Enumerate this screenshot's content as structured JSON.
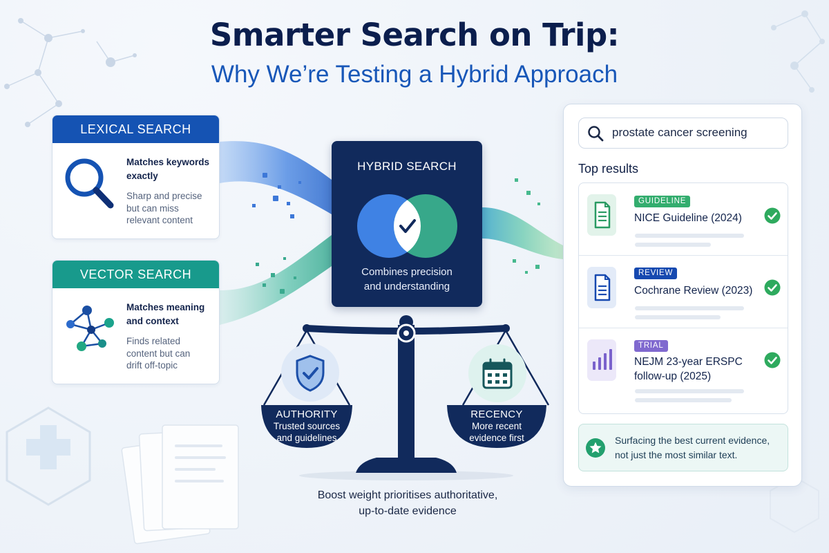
{
  "title": "Smarter Search on Trip:",
  "subtitle": "Why We’re Testing a Hybrid Approach",
  "lexical": {
    "heading": "LEXICAL SEARCH",
    "strong_1": "Matches keywords",
    "strong_2": "exactly",
    "weak_1": "Sharp and precise",
    "weak_2": "but can miss",
    "weak_3": "relevant content",
    "icon": "magnifier-icon"
  },
  "vector": {
    "heading": "VECTOR SEARCH",
    "strong_1": "Matches meaning",
    "strong_2": "and context",
    "weak_1": "Finds related",
    "weak_2": "content but can",
    "weak_3": "drift off-topic",
    "icon": "network-icon"
  },
  "hybrid": {
    "heading": "HYBRID SEARCH",
    "desc_1": "Combines precision",
    "desc_2": "and understanding"
  },
  "authority": {
    "heading": "AUTHORITY",
    "line_1": "Trusted sources",
    "line_2": "and guidelines",
    "icon": "shield-check-icon"
  },
  "recency": {
    "heading": "RECENCY",
    "line_1": "More recent",
    "line_2": "evidence first",
    "icon": "calendar-icon"
  },
  "caption": {
    "line_1": "Boost weight prioritises authoritative,",
    "line_2": "up-to-date evidence"
  },
  "search": {
    "query": "prostate cancer screening",
    "icon": "search-icon"
  },
  "results": {
    "heading": "Top results",
    "items": [
      {
        "tag": "GUIDELINE",
        "title_1": "NICE Guideline (2024)",
        "title_2": "",
        "icon": "document-icon",
        "color": "#33ad6e"
      },
      {
        "tag": "REVIEW",
        "title_1": "Cochrane Review (2023)",
        "title_2": "",
        "icon": "document-icon",
        "color": "#1649b0"
      },
      {
        "tag": "TRIAL",
        "title_1": "NEJM 23-year ERSPC",
        "title_2": "follow-up (2025)",
        "icon": "bar-chart-icon",
        "color": "#8069cf"
      }
    ]
  },
  "footer": {
    "line_1": "Surfacing the best current evidence,",
    "line_2": "not just the most similar text.",
    "icon": "star-icon"
  },
  "colors": {
    "navy": "#112a5c",
    "blue": "#1553b3",
    "teal": "#189a8c",
    "green": "#33ad6e"
  }
}
